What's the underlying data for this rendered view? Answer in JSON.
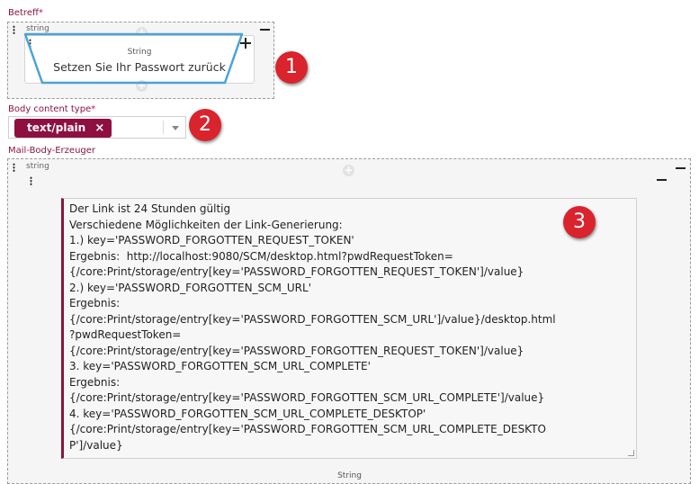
{
  "subject": {
    "label": "Betreff",
    "required_mark": "*",
    "type_tag": "string",
    "card_caption": "String",
    "value": "Setzen Sie Ihr Passwort zurück",
    "annotation_number": "1"
  },
  "body_content_type": {
    "label": "Body content type",
    "required_mark": "*",
    "selected_value": "text/plain",
    "remove_icon": "×",
    "dropdown_icon": "caret-down",
    "annotation_number": "2"
  },
  "mail_body": {
    "label": "Mail-Body-Erzeuger",
    "type_tag": "string",
    "card_caption": "String",
    "annotation_number": "3",
    "lines": [
      "Der Link ist 24 Stunden gültig",
      "Verschiedene Möglichkeiten der Link-Generierung:",
      "1.) key='PASSWORD_FORGOTTEN_REQUEST_TOKEN'",
      "Ergebnis:  http://localhost:9080/SCM/desktop.html?pwdRequestToken=",
      "{/core:Print/storage/entry[key='PASSWORD_FORGOTTEN_REQUEST_TOKEN']/value}",
      "2.) key='PASSWORD_FORGOTTEN_SCM_URL'",
      "Ergebnis:",
      "{/core:Print/storage/entry[key='PASSWORD_FORGOTTEN_SCM_URL']/value}/desktop.html",
      "?pwdRequestToken=",
      "{/core:Print/storage/entry[key='PASSWORD_FORGOTTEN_REQUEST_TOKEN']/value}",
      "3. key='PASSWORD_FORGOTTEN_SCM_URL_COMPLETE'",
      "Ergebnis:",
      "{/core:Print/storage/entry[key='PASSWORD_FORGOTTEN_SCM_URL_COMPLETE']/value}",
      "4. key='PASSWORD_FORGOTTEN_SCM_URL_COMPLETE_DESKTOP'",
      "{/core:Print/storage/entry[key='PASSWORD_FORGOTTEN_SCM_URL_COMPLETE_DESKTO",
      "P']/value}"
    ]
  },
  "colors": {
    "label": "#8a1538",
    "chip": "#8e1040",
    "highlight_outline": "#4aa3d8",
    "badge": "#d9232d"
  }
}
